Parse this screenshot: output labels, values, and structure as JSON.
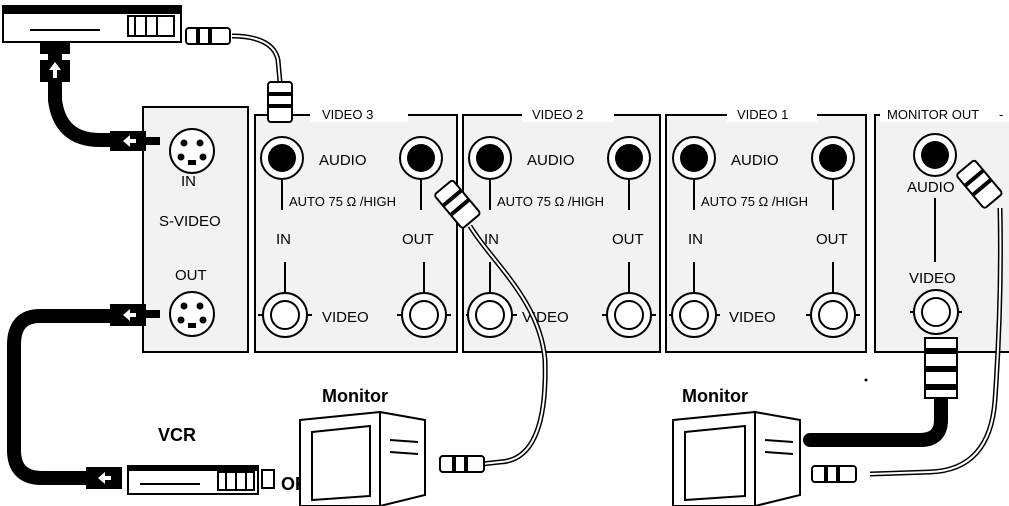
{
  "sections": {
    "video3": "VIDEO 3",
    "video2": "VIDEO 2",
    "video1": "VIDEO 1",
    "monitor_out": "MONITOR OUT"
  },
  "labels": {
    "audio": "AUDIO",
    "auto_high": "AUTO 75 Ω /HIGH",
    "in": "IN",
    "out": "OUT",
    "video": "VIDEO",
    "s_video": "S-VIDEO",
    "monitor": "Monitor",
    "vcr": "VCR",
    "or": "OR"
  }
}
